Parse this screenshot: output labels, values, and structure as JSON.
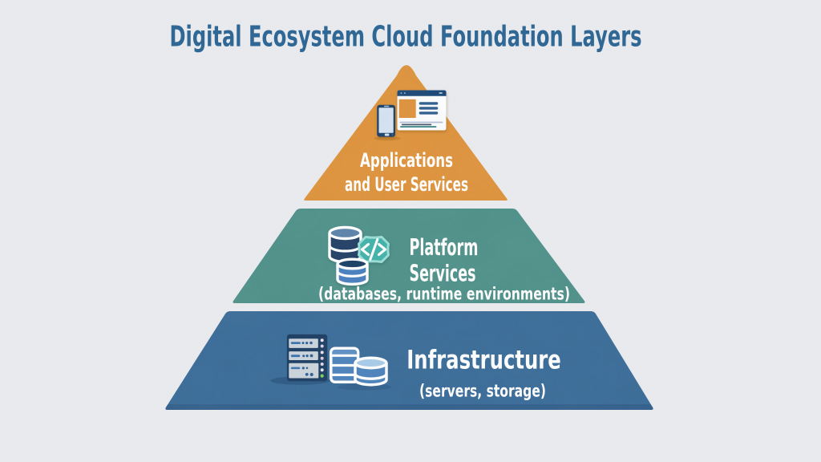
{
  "title": "Digital Ecosystem Cloud Foundation Layers",
  "pyramid": {
    "applications": {
      "line1": "Applications",
      "line2": "and User Services",
      "color": "#e0943c",
      "icons": [
        "browser-window-icon",
        "smartphone-icon"
      ]
    },
    "platform": {
      "line1": "Platform",
      "line2": "Services",
      "sublabel": "(databases, runtime environments)",
      "color": "#4f928b",
      "icons": [
        "database-large-icon",
        "code-badge-icon",
        "database-small-icon"
      ]
    },
    "infrastructure": {
      "label": "Infrastructure",
      "sublabel": "(servers, storage)",
      "color": "#3a6d99",
      "icons": [
        "server-rack-icon",
        "storage-stack-icon",
        "storage-cylinder-icon"
      ]
    }
  },
  "colors": {
    "background": "#e8eaee",
    "title_text": "#2f6795",
    "label_text": "#ffffff",
    "applications_layer": "#e0943c",
    "platform_layer": "#4f928b",
    "infrastructure_layer": "#3a6d99"
  }
}
